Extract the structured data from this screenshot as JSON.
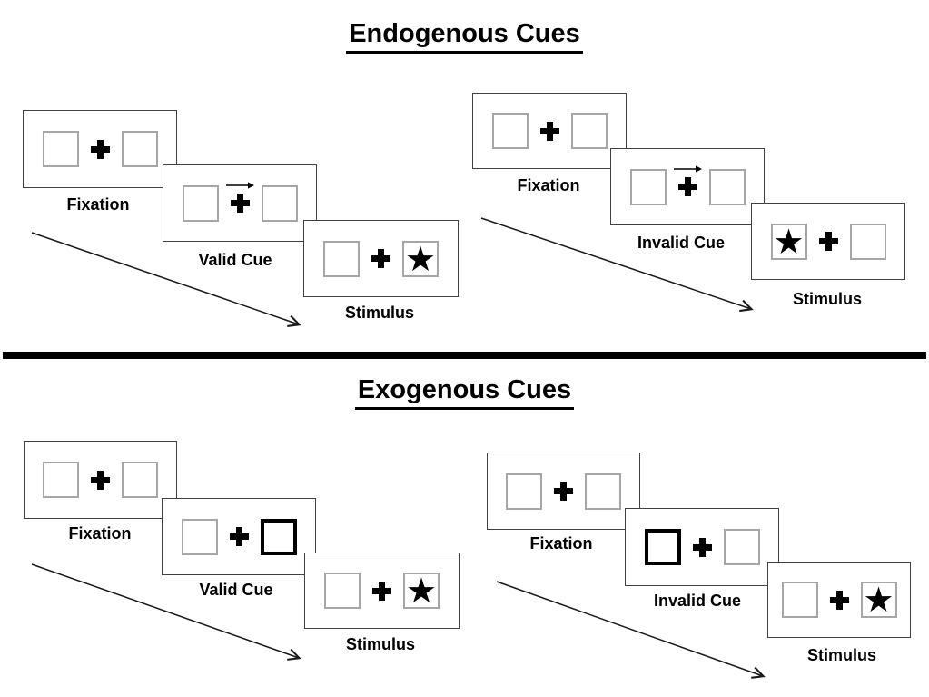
{
  "sections": [
    {
      "title": "Endogenous Cues",
      "groups": [
        {
          "name": "valid-trial",
          "panels": [
            {
              "label": "Fixation",
              "left_box": "empty",
              "right_box": "empty",
              "cue_arrow": false
            },
            {
              "label": "Valid Cue",
              "left_box": "empty",
              "right_box": "empty",
              "cue_arrow": true
            },
            {
              "label": "Stimulus",
              "left_box": "empty",
              "right_box": "star",
              "cue_arrow": false
            }
          ]
        },
        {
          "name": "invalid-trial",
          "panels": [
            {
              "label": "Fixation",
              "left_box": "empty",
              "right_box": "empty",
              "cue_arrow": false
            },
            {
              "label": "Invalid Cue",
              "left_box": "empty",
              "right_box": "empty",
              "cue_arrow": true
            },
            {
              "label": "Stimulus",
              "left_box": "star",
              "right_box": "empty",
              "cue_arrow": false
            }
          ]
        }
      ]
    },
    {
      "title": "Exogenous Cues",
      "groups": [
        {
          "name": "valid-trial",
          "panels": [
            {
              "label": "Fixation",
              "left_box": "empty",
              "right_box": "empty",
              "cue_arrow": false
            },
            {
              "label": "Valid Cue",
              "left_box": "empty",
              "right_box": "bold",
              "cue_arrow": false
            },
            {
              "label": "Stimulus",
              "left_box": "empty",
              "right_box": "star",
              "cue_arrow": false
            }
          ]
        },
        {
          "name": "invalid-trial",
          "panels": [
            {
              "label": "Fixation",
              "left_box": "empty",
              "right_box": "empty",
              "cue_arrow": false
            },
            {
              "label": "Invalid Cue",
              "left_box": "bold",
              "right_box": "empty",
              "cue_arrow": false
            },
            {
              "label": "Stimulus",
              "left_box": "empty",
              "right_box": "star",
              "cue_arrow": false
            }
          ]
        }
      ]
    }
  ],
  "glyphs": {
    "star": "★"
  },
  "colors": {
    "ink": "#000000",
    "panel_border": "#404040",
    "box_border": "#a6a6a6",
    "arrow": "#1a1a1a"
  }
}
